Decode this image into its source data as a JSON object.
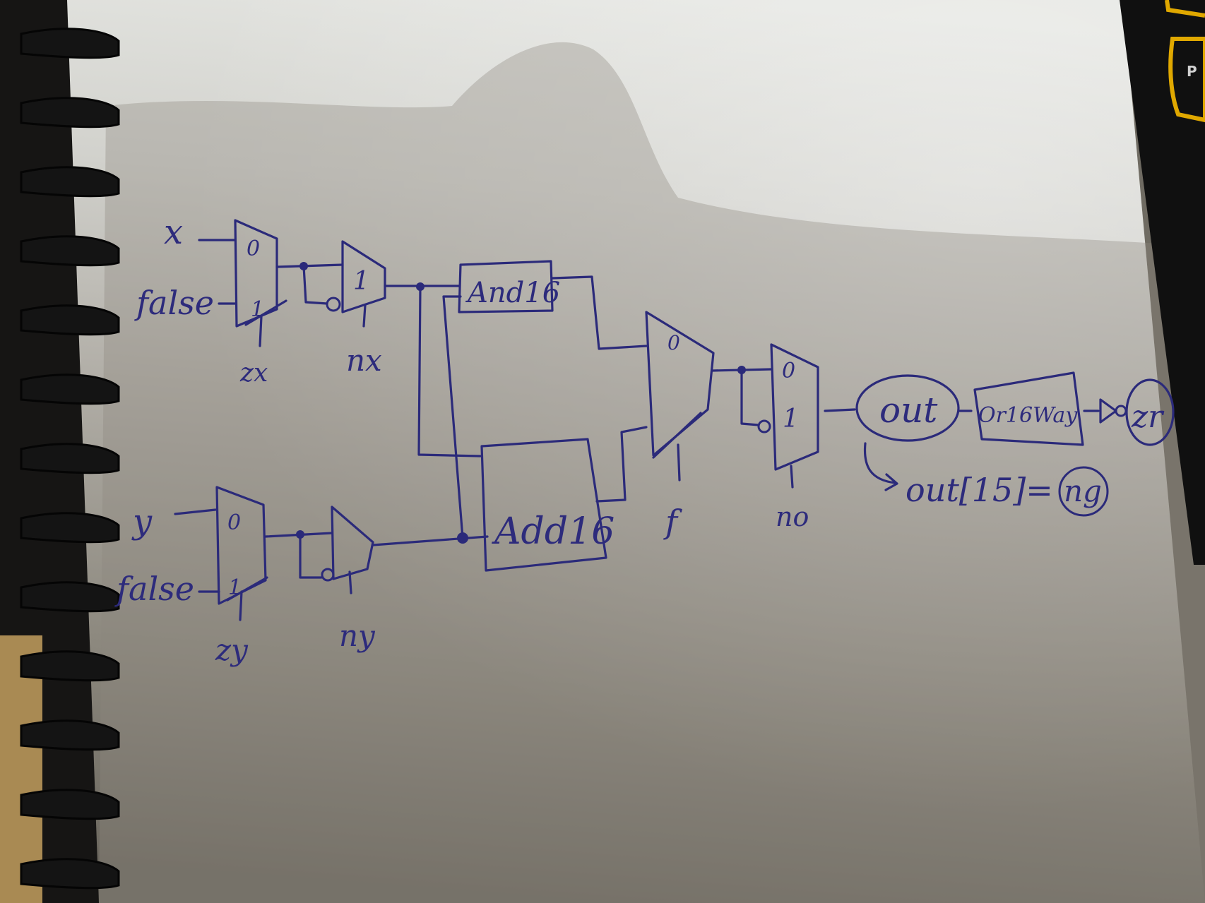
{
  "diagram": {
    "inputs": {
      "x": "x",
      "x_false": "false",
      "y": "y",
      "y_false": "false"
    },
    "mux_zx": {
      "in0": "0",
      "in1": "1",
      "sel": "zx"
    },
    "mux_nx": {
      "in1": "1",
      "sel": "nx"
    },
    "mux_zy": {
      "in0": "0",
      "in1": "1",
      "sel": "zy"
    },
    "mux_ny": {
      "sel": "ny"
    },
    "and16": "And16",
    "add16": "Add16",
    "mux_f": {
      "in0": "0",
      "sel": "f"
    },
    "mux_no": {
      "in0": "0",
      "in1": "1",
      "sel": "no"
    },
    "out": "out",
    "or16way": "Or16Way",
    "zr": "zr",
    "ng_expr": "out[15]=",
    "ng": "ng"
  },
  "background": {
    "device_text": "P",
    "colors": {
      "ink": "#2b2a7a",
      "paper_light": "#dcdcd6",
      "paper_dark": "#6b675e",
      "spiral": "#111111",
      "device_accent": "#e0a800"
    }
  }
}
